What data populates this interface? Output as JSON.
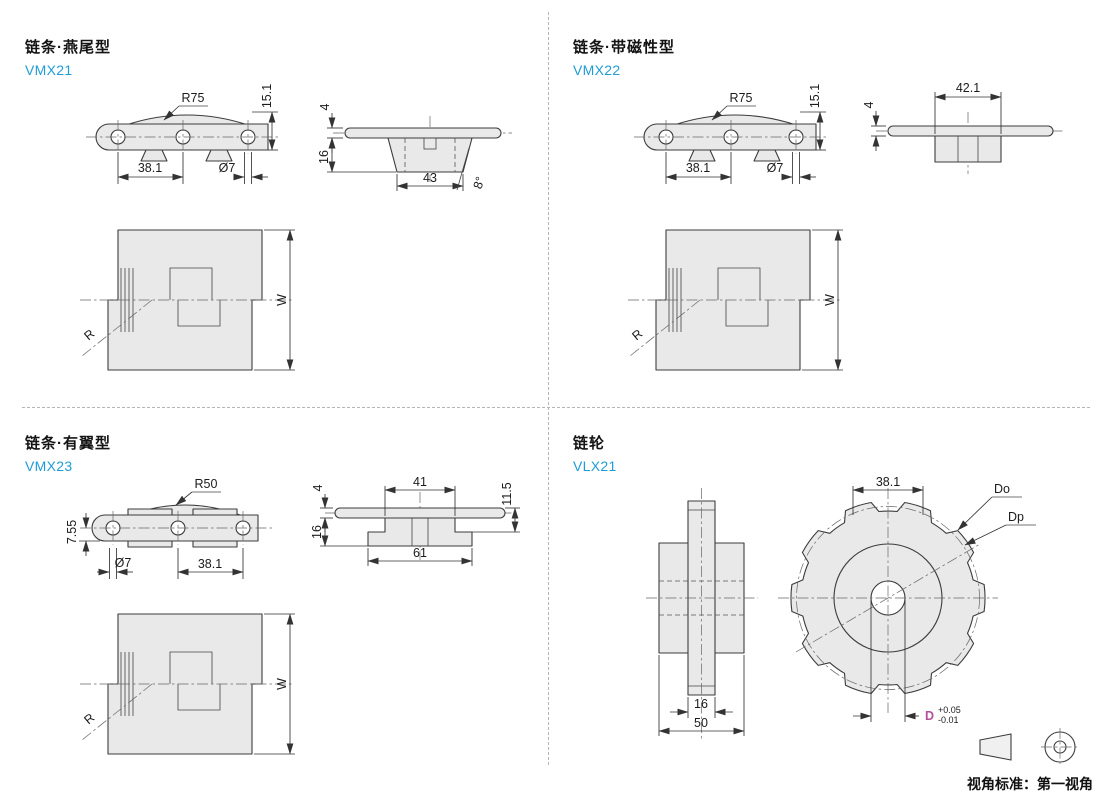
{
  "page": {
    "footer": "视角标准：第一视角"
  },
  "colors": {
    "accent": "#1f9cd6",
    "line": "#333333",
    "fill": "#e9e9e9",
    "special_dim": "#b4509b"
  },
  "sections": {
    "vmx21": {
      "title": "链条·燕尾型",
      "code": "VMX21",
      "dims": {
        "radius": "R75",
        "height": "15.1",
        "plate_thickness": "4",
        "body_height": "16",
        "pitch": "38.1",
        "hole": "Ø7",
        "base_width": "43",
        "angle": "8°",
        "width": "W",
        "r": "R"
      }
    },
    "vmx22": {
      "title": "链条·带磁性型",
      "code": "VMX22",
      "dims": {
        "radius": "R75",
        "height": "15.1",
        "plate_thickness": "4",
        "magnet_width": "42.1",
        "pitch": "38.1",
        "hole": "Ø7",
        "width": "W",
        "r": "R"
      }
    },
    "vmx23": {
      "title": "链条·有翼型",
      "code": "VMX23",
      "dims": {
        "radius": "R50",
        "half_height": "7.55",
        "hole": "Ø7",
        "pitch": "38.1",
        "plate_thickness": "4",
        "top_width": "41",
        "edge_height": "11.5",
        "body_height": "16",
        "base_width": "61",
        "width": "W",
        "r": "R"
      }
    },
    "vlx21": {
      "title": "链轮",
      "code": "VLX21",
      "dims": {
        "pitch": "38.1",
        "outer_dia": "Do",
        "pitch_dia": "Dp",
        "disc_thickness": "16",
        "hub_width": "50",
        "bore": "D",
        "bore_tol_upper": "+0.05",
        "bore_tol_lower": "-0.01"
      }
    }
  }
}
